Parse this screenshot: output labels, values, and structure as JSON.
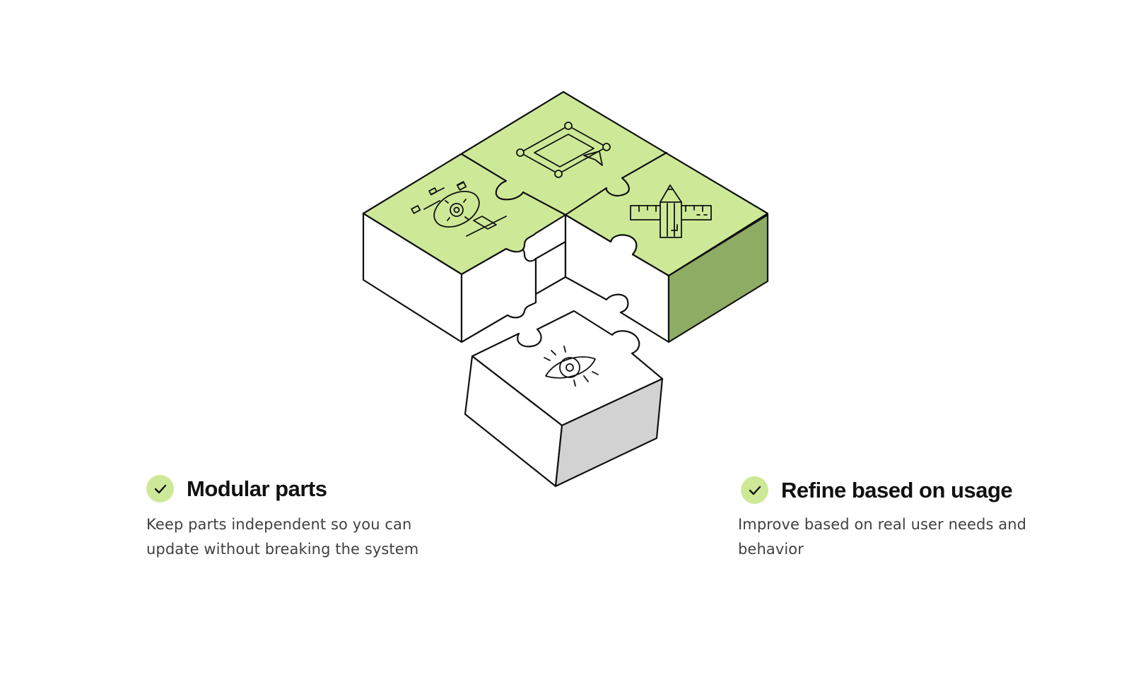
{
  "colors": {
    "accent_green": "#cde997",
    "accent_green_dark": "#8fac64",
    "piece_white": "#ffffff",
    "piece_gray": "#d2d2d2",
    "outline": "#111111",
    "title_text": "#111111",
    "body_text": "#404040"
  },
  "illustration": {
    "pieces": [
      {
        "icon": "idea-gear-bulb-icon",
        "state": "placed",
        "color": "green"
      },
      {
        "icon": "frame-select-cursor-icon",
        "state": "placed",
        "color": "green"
      },
      {
        "icon": "pencil-ruler-icon",
        "state": "placed",
        "color": "green"
      },
      {
        "icon": "eye-icon",
        "state": "detached",
        "color": "white"
      }
    ]
  },
  "features": [
    {
      "icon": "check-icon",
      "title": "Modular parts",
      "description": "Keep parts independent so you can update without breaking the system"
    },
    {
      "icon": "check-icon",
      "title": "Refine based on usage",
      "description": "Improve based on real user needs and behavior"
    }
  ]
}
